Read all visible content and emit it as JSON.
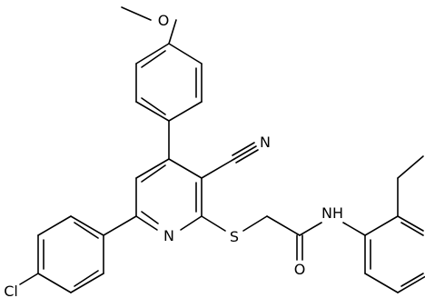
{
  "molecule": {
    "atoms": {
      "methoxy_o": "O",
      "nitrile_n": "N",
      "pyridine_n": "N",
      "thioether_s": "S",
      "amide_nh": "NH",
      "carbonyl_o": "O",
      "chloro": "Cl"
    },
    "colors": {
      "bond": "#000000",
      "label": "#000000",
      "background": "#ffffff"
    }
  }
}
